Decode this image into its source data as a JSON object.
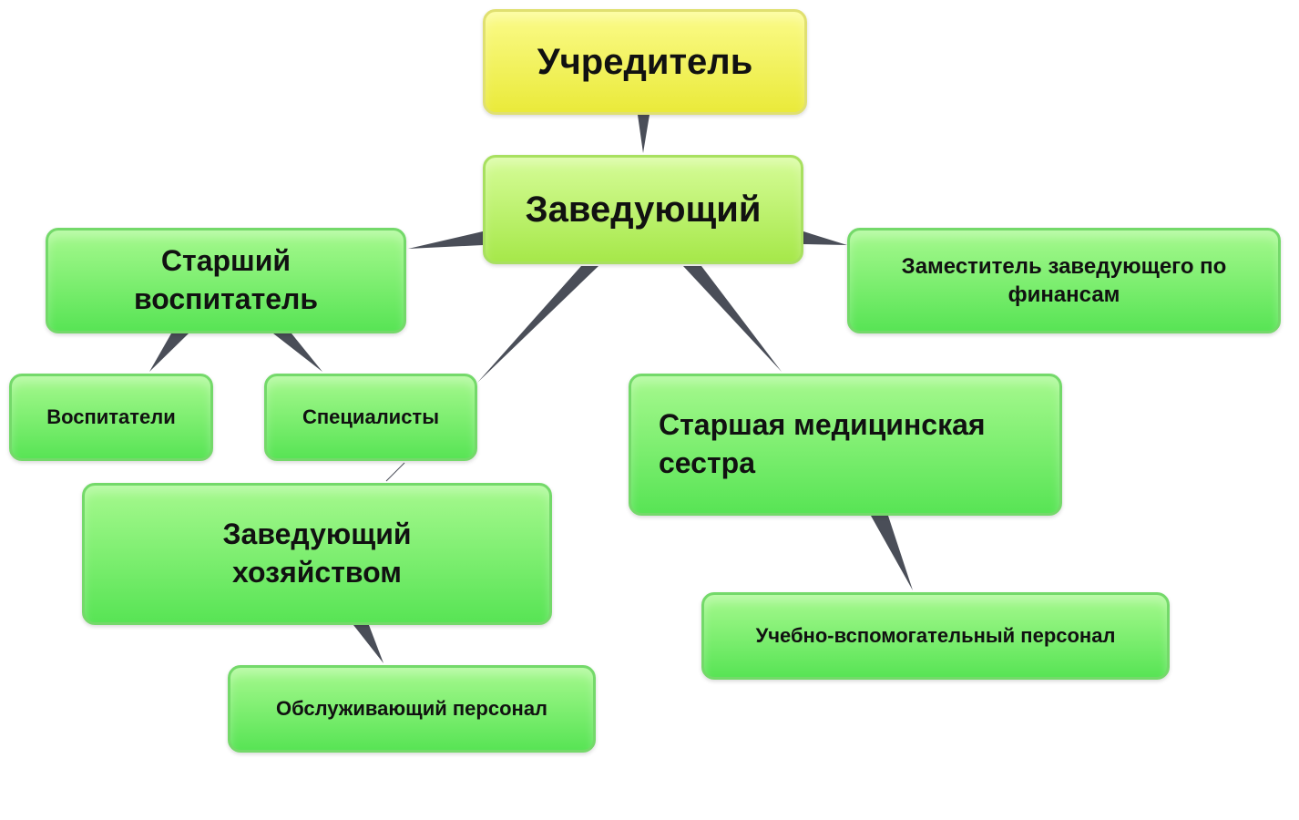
{
  "nodes": {
    "founder": "Учредитель",
    "head": "Заведующий",
    "senior_educator": "Старший воспитатель",
    "deputy_finance": "Заместитель заведующего по финансам",
    "educators": "Воспитатели",
    "specialists": "Специалисты",
    "senior_nurse": "Старшая медицинская сестра",
    "household_head": "Заведующий хозяйством",
    "service_staff": "Обслуживающий персонал",
    "support_staff": "Учебно-вспомогательный персонал"
  },
  "colors": {
    "connector": "#4a4e58",
    "root": "#f0f060",
    "head": "#b8ee60",
    "node": "#70e865"
  }
}
